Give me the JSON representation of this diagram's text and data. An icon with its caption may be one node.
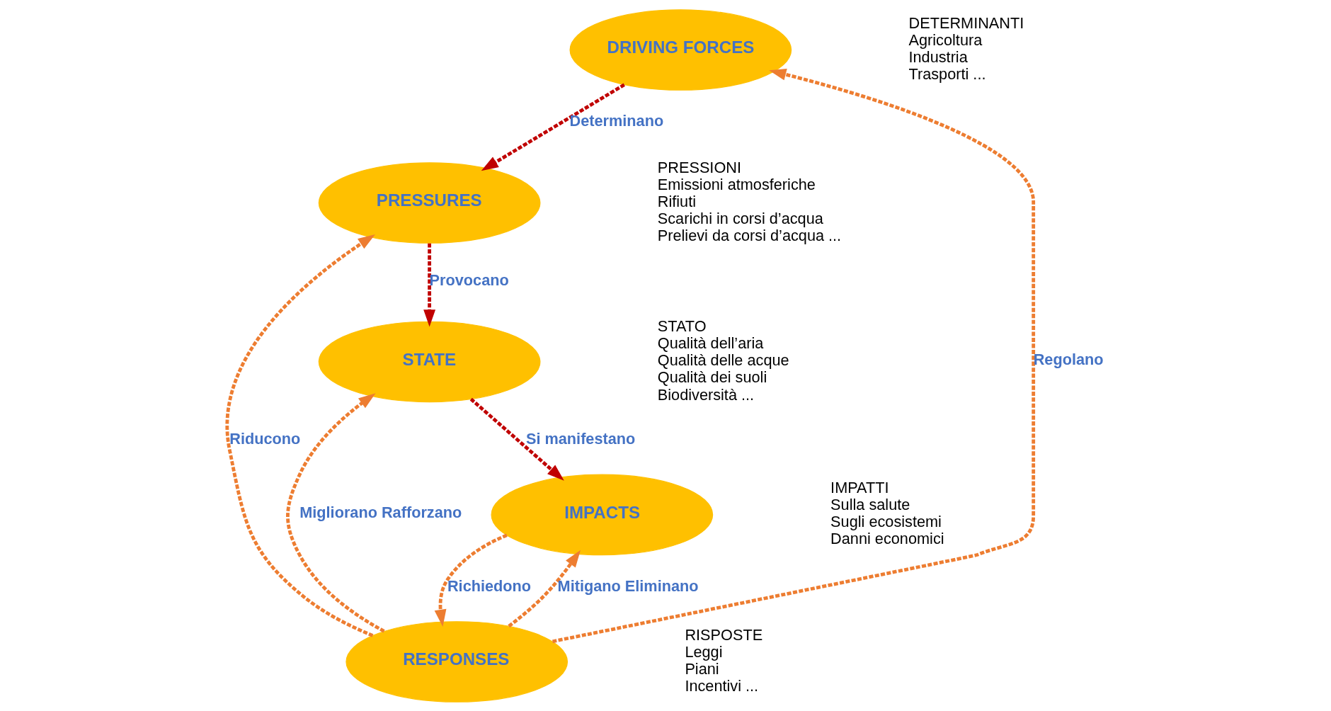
{
  "diagram": {
    "nodes": [
      {
        "text": [
          "DRIVING FORCES"
        ],
        "beside": [
          "DETERMINANTI",
          "Agricoltura",
          "Industria",
          "Trasporti ..."
        ]
      },
      {
        "text": [
          "RESPONSES"
        ],
        "beside": [
          "RISPOSTE",
          "Leggi",
          "Piani",
          "Incentivi ..."
        ]
      },
      {
        "text": [
          "PRESSURES"
        ],
        "beside": [
          "PRESSIONI",
          "Emissioni atmosferiche",
          "Rifiuti",
          "Scarichi in corsi d’acqua",
          "Prelievi da corsi d’acqua ..."
        ]
      },
      {
        "text": [
          "IMPACTS"
        ],
        "beside": [
          "IMPATTI",
          "Sulla salute",
          "Sugli ecosistemi",
          "Danni economici"
        ]
      },
      {
        "text": [
          "STATE"
        ],
        "beside": [
          "STATO",
          "Qualità dell’aria",
          "Qualità delle acque",
          "Qualità dei suoli",
          "Biodiversità ..."
        ]
      }
    ],
    "edges": [
      {
        "from": 1,
        "to": 0,
        "arrow": "to",
        "label": "Regolano",
        "style": "dashed"
      },
      {
        "from": 0,
        "to": 2,
        "arrow": "to",
        "label": "Determinano",
        "style": "dashed",
        "color": "#c00000"
      },
      {
        "from": 1,
        "to": 2,
        "arrow": "to",
        "label": "Riducono",
        "style": "dashed"
      },
      {
        "from": 3,
        "to": 1,
        "arrow": "to",
        "label": "Richiedono",
        "style": "dashed"
      },
      {
        "from": 1,
        "to": 3,
        "arrow": "to",
        "label": "Mitigano Eliminano",
        "style": "dashed"
      },
      {
        "from": 1,
        "to": 4,
        "arrow": "to",
        "label": "Migliorano Rafforzano",
        "style": "dashed"
      },
      {
        "from": 2,
        "to": 4,
        "arrow": "to",
        "label": "Provocano",
        "style": "dashed",
        "color": "#c00000"
      },
      {
        "from": 4,
        "to": 3,
        "arrow": "to",
        "label": "Si manifestano",
        "style": "dashed",
        "color": "#c00000"
      }
    ]
  }
}
